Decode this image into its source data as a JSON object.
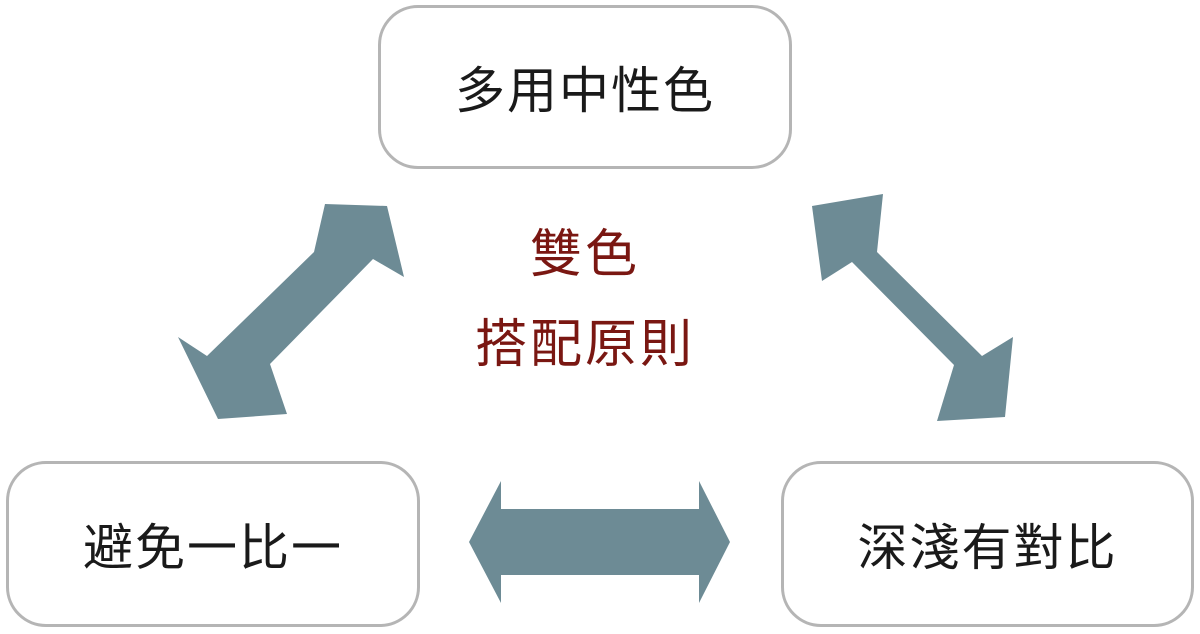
{
  "diagram": {
    "center": {
      "line1": "雙色",
      "line2": "搭配原則"
    },
    "nodes": {
      "top": "多用中性色",
      "left": "避免一比一",
      "right": "深淺有對比"
    },
    "colors": {
      "arrow": "#6d8b95",
      "center_text": "#7a1712",
      "node_border": "#b5b5b5",
      "node_text": "#1a1a1a"
    }
  }
}
